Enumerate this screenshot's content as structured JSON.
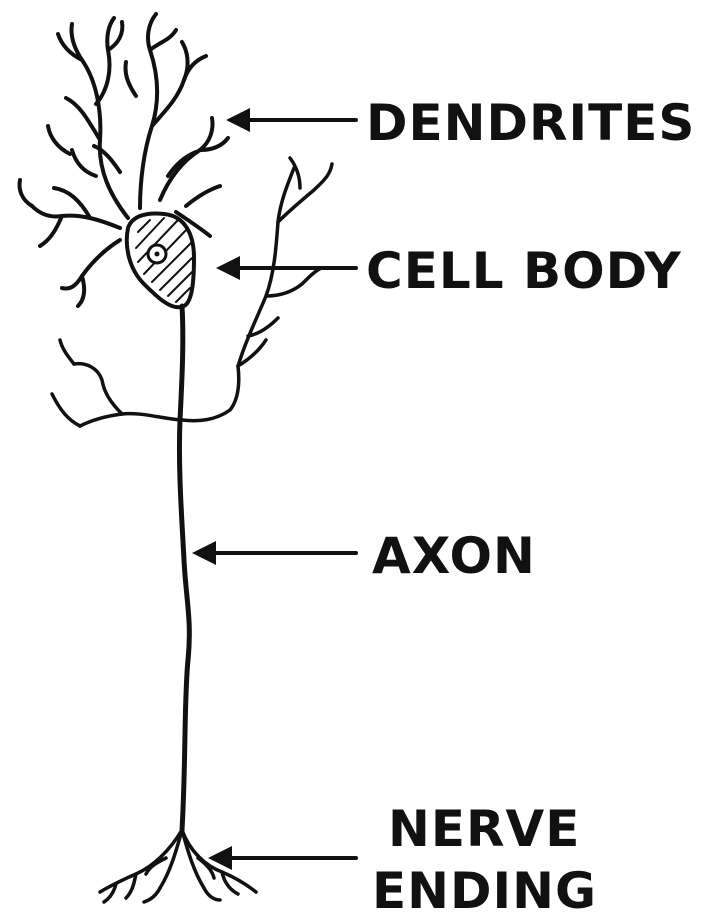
{
  "labels": {
    "dendrites": "DENDRITES",
    "cell_body": "CELL BODY",
    "axon": "AXON",
    "nerve_ending_line1": "NERVE",
    "nerve_ending_line2": "ENDING"
  },
  "colors": {
    "ink": "#111111",
    "background": "#ffffff"
  }
}
